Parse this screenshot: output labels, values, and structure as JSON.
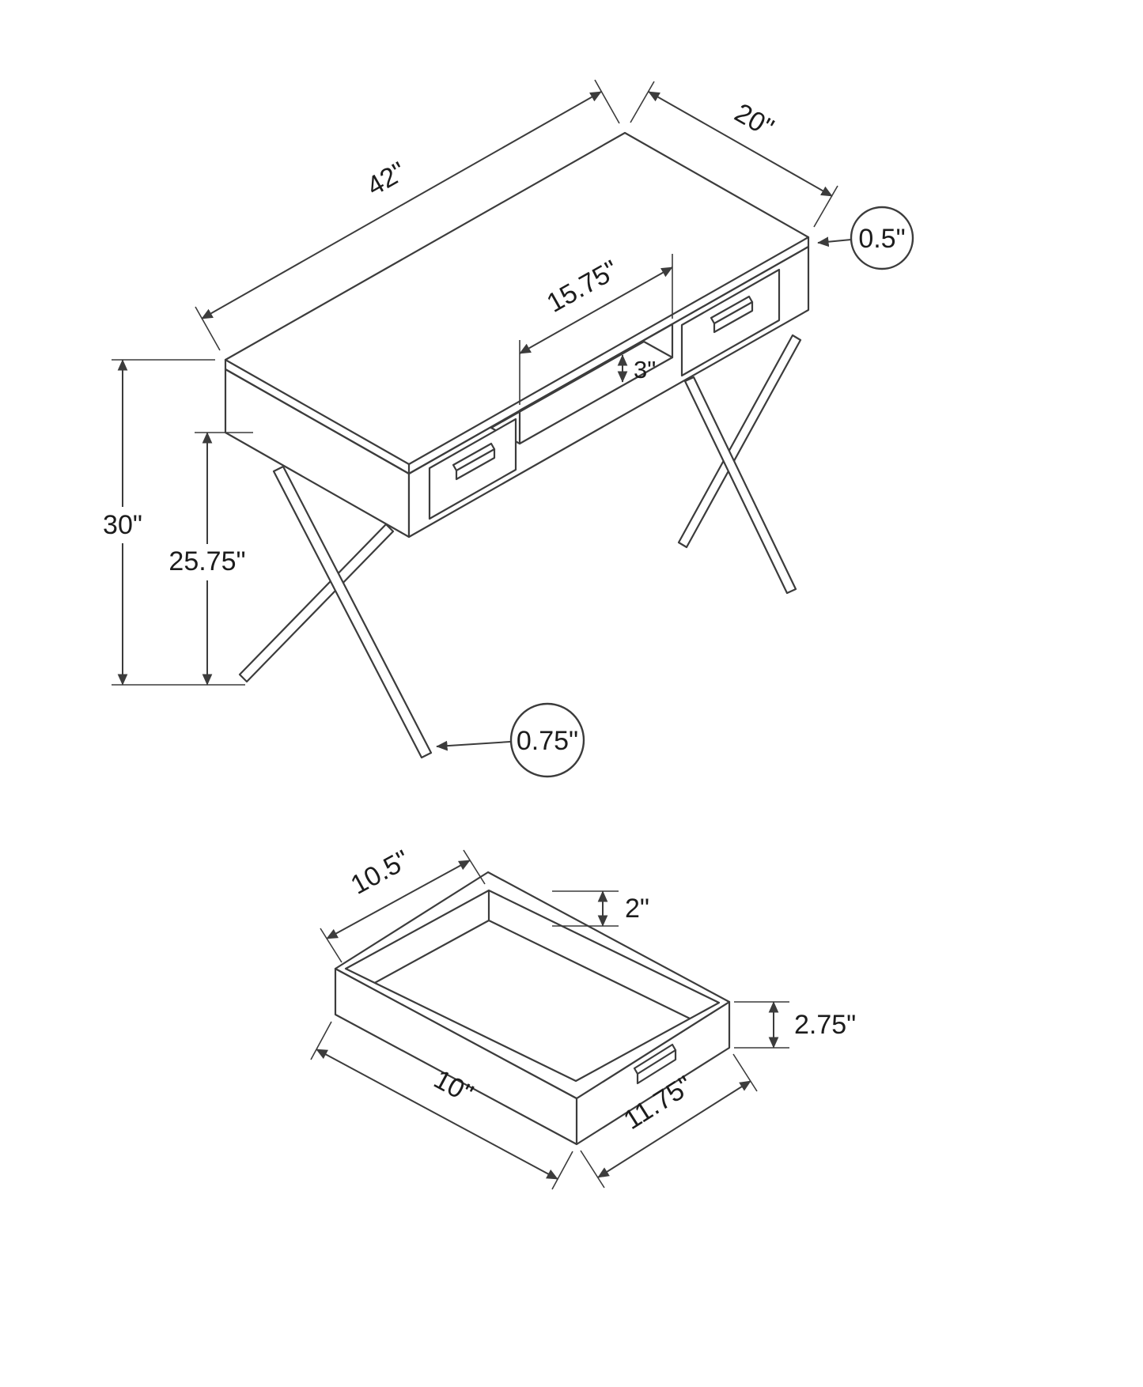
{
  "diagram": {
    "desk": {
      "length": "42\"",
      "depth": "20\"",
      "top_thickness": "0.5\"",
      "shelf_width": "15.75\"",
      "shelf_opening_height": "3\"",
      "overall_height": "30\"",
      "leg_height": "25.75\"",
      "leg_tube_diameter": "0.75\""
    },
    "drawer": {
      "inner_width": "10.5\"",
      "inner_depth": "2\"",
      "outer_height": "2.75\"",
      "side_length": "10\"",
      "front_width": "11.75\""
    },
    "colors": {
      "line": "#3c3c3c",
      "text": "#1c1c1c",
      "background": "#ffffff"
    }
  }
}
